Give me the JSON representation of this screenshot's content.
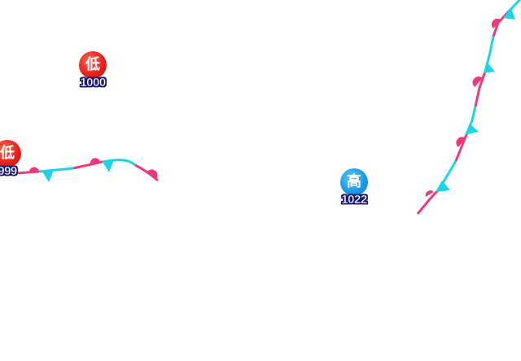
{
  "colors": {
    "warm": "#ee3a7a",
    "cold": "#1ad4e8",
    "low": "#e8201a",
    "high": "#1a9ae6"
  },
  "pressure_centers": [
    {
      "type": "low",
      "label": "低",
      "value": "1000"
    },
    {
      "type": "low",
      "label": "低",
      "value": "999"
    },
    {
      "type": "high",
      "label": "高",
      "value": "1022"
    }
  ]
}
